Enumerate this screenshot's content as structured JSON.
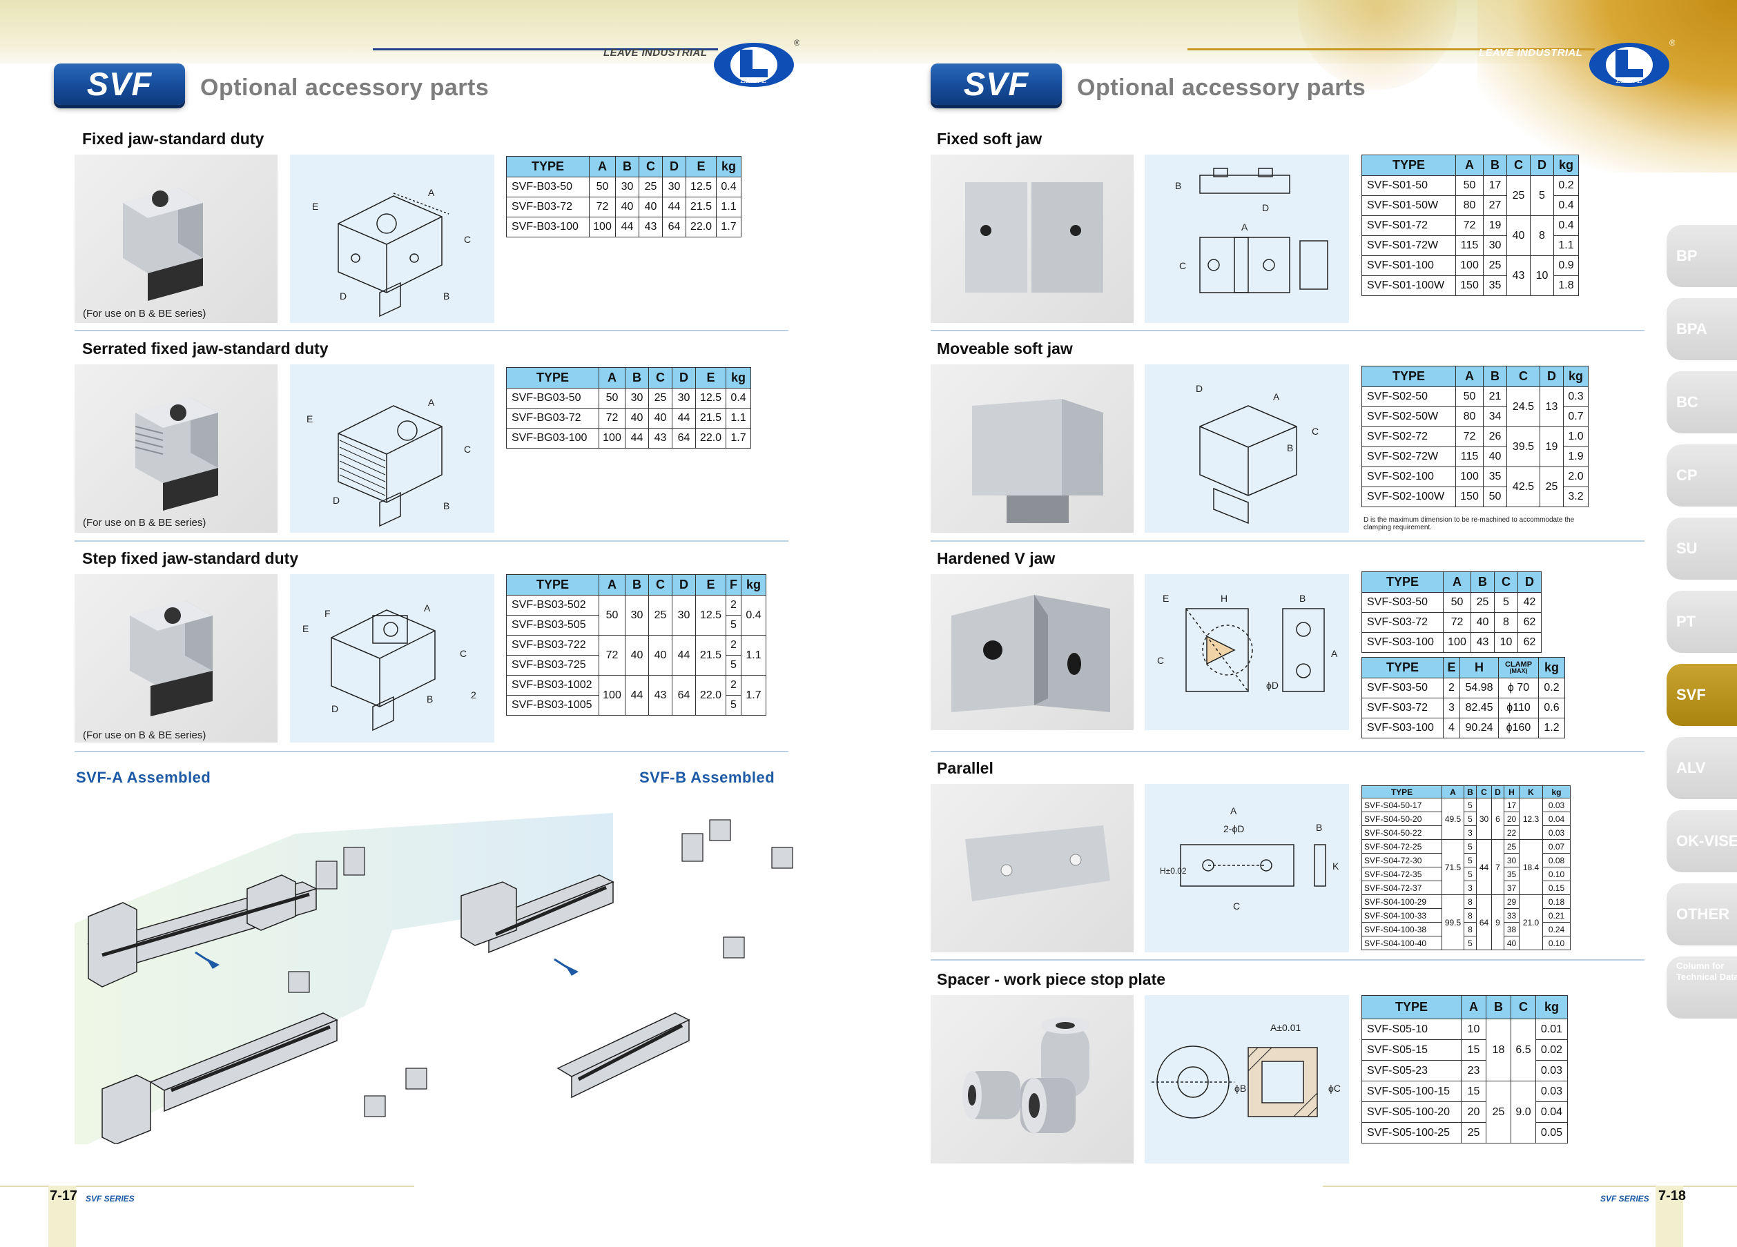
{
  "brand": {
    "company": "LEAVE INDUSTRIAL",
    "logo_text": "LEAVE",
    "registered": "®"
  },
  "left_page": {
    "badge": "SVF",
    "headline": "Optional accessory parts",
    "page_number": "7-17",
    "series_label": "SVF SERIES",
    "sections": [
      {
        "title": "Fixed jaw-standard duty",
        "note": "(For use on B & BE series)"
      },
      {
        "title": "Serrated fixed jaw-standard duty",
        "note": "(For use on B & BE series)"
      },
      {
        "title": "Step fixed jaw-standard duty",
        "note": "(For use on B & BE series)"
      }
    ],
    "assembled_a": "SVF-A  Assembled",
    "assembled_b": "SVF-B  Assembled"
  },
  "tables": {
    "b03": {
      "headers": [
        "TYPE",
        "A",
        "B",
        "C",
        "D",
        "E",
        "kg"
      ],
      "rows": [
        [
          "SVF-B03-50",
          "50",
          "30",
          "25",
          "30",
          "12.5",
          "0.4"
        ],
        [
          "SVF-B03-72",
          "72",
          "40",
          "40",
          "44",
          "21.5",
          "1.1"
        ],
        [
          "SVF-B03-100",
          "100",
          "44",
          "43",
          "64",
          "22.0",
          "1.7"
        ]
      ]
    },
    "bg03": {
      "headers": [
        "TYPE",
        "A",
        "B",
        "C",
        "D",
        "E",
        "kg"
      ],
      "rows": [
        [
          "SVF-BG03-50",
          "50",
          "30",
          "25",
          "30",
          "12.5",
          "0.4"
        ],
        [
          "SVF-BG03-72",
          "72",
          "40",
          "40",
          "44",
          "21.5",
          "1.1"
        ],
        [
          "SVF-BG03-100",
          "100",
          "44",
          "43",
          "64",
          "22.0",
          "1.7"
        ]
      ]
    },
    "bs03": {
      "headers": [
        "TYPE",
        "A",
        "B",
        "C",
        "D",
        "E",
        "F",
        "kg"
      ],
      "types": [
        "SVF-BS03-502",
        "SVF-BS03-505",
        "SVF-BS03-722",
        "SVF-BS03-725",
        "SVF-BS03-1002",
        "SVF-BS03-1005"
      ],
      "groups": [
        {
          "A": "50",
          "B": "30",
          "C": "25",
          "D": "30",
          "E": "12.5",
          "kg": "0.4"
        },
        {
          "A": "72",
          "B": "40",
          "C": "40",
          "D": "44",
          "E": "21.5",
          "kg": "1.1"
        },
        {
          "A": "100",
          "B": "44",
          "C": "43",
          "D": "64",
          "E": "22.0",
          "kg": "1.7"
        }
      ],
      "F": [
        "2",
        "5",
        "2",
        "5",
        "2",
        "5"
      ]
    },
    "s01": {
      "headers": [
        "TYPE",
        "A",
        "B",
        "C",
        "D",
        "kg"
      ],
      "types": [
        "SVF-S01-50",
        "SVF-S01-50W",
        "SVF-S01-72",
        "SVF-S01-72W",
        "SVF-S01-100",
        "SVF-S01-100W"
      ],
      "A": [
        "50",
        "80",
        "72",
        "115",
        "100",
        "150"
      ],
      "B": [
        "17",
        "27",
        "19",
        "30",
        "25",
        "35"
      ],
      "C": [
        "25",
        "40",
        "43"
      ],
      "D": [
        "5",
        "8",
        "10"
      ],
      "kg": [
        "0.2",
        "0.4",
        "0.4",
        "1.1",
        "0.9",
        "1.8"
      ]
    },
    "s02": {
      "headers": [
        "TYPE",
        "A",
        "B",
        "C",
        "D",
        "kg"
      ],
      "types": [
        "SVF-S02-50",
        "SVF-S02-50W",
        "SVF-S02-72",
        "SVF-S02-72W",
        "SVF-S02-100",
        "SVF-S02-100W"
      ],
      "A": [
        "50",
        "80",
        "72",
        "115",
        "100",
        "150"
      ],
      "B": [
        "21",
        "34",
        "26",
        "40",
        "35",
        "50"
      ],
      "C": [
        "24.5",
        "39.5",
        "42.5"
      ],
      "D": [
        "13",
        "19",
        "25"
      ],
      "kg": [
        "0.3",
        "0.7",
        "1.0",
        "1.9",
        "2.0",
        "3.2"
      ],
      "note": "D is the maximum dimension to be re-machined to accommodate the clamping requirement."
    },
    "s03a": {
      "headers": [
        "TYPE",
        "A",
        "B",
        "C",
        "D"
      ],
      "rows": [
        [
          "SVF-S03-50",
          "50",
          "25",
          "5",
          "42"
        ],
        [
          "SVF-S03-72",
          "72",
          "40",
          "8",
          "62"
        ],
        [
          "SVF-S03-100",
          "100",
          "43",
          "10",
          "62"
        ]
      ]
    },
    "s03b": {
      "headers": [
        "TYPE",
        "E",
        "H",
        "CLAMP",
        "kg"
      ],
      "clamp_sub": "(MAX)",
      "rows": [
        [
          "SVF-S03-50",
          "2",
          "54.98",
          "ϕ 70",
          "0.2"
        ],
        [
          "SVF-S03-72",
          "3",
          "82.45",
          "ϕ110",
          "0.6"
        ],
        [
          "SVF-S03-100",
          "4",
          "90.24",
          "ϕ160",
          "1.2"
        ]
      ]
    },
    "s04": {
      "headers": [
        "TYPE",
        "A",
        "B",
        "C",
        "D",
        "H",
        "K",
        "kg"
      ],
      "types": [
        "SVF-S04-50-17",
        "SVF-S04-50-20",
        "SVF-S04-50-22",
        "SVF-S04-72-25",
        "SVF-S04-72-30",
        "SVF-S04-72-35",
        "SVF-S04-72-37",
        "SVF-S04-100-29",
        "SVF-S04-100-33",
        "SVF-S04-100-38",
        "SVF-S04-100-40"
      ],
      "A": [
        "49.5",
        "71.5",
        "99.5"
      ],
      "B": [
        "5",
        "5",
        "3",
        "5",
        "5",
        "5",
        "3",
        "8",
        "8",
        "8",
        "5"
      ],
      "C": [
        "30",
        "44",
        "64"
      ],
      "D": [
        "6",
        "7",
        "9"
      ],
      "H": [
        "17",
        "20",
        "22",
        "25",
        "30",
        "35",
        "37",
        "29",
        "33",
        "38",
        "40"
      ],
      "K": [
        "12.3",
        "18.4",
        "21.0"
      ],
      "kg": [
        "0.03",
        "0.04",
        "0.03",
        "0.07",
        "0.08",
        "0.10",
        "0.15",
        "0.18",
        "0.21",
        "0.24",
        "0.10"
      ]
    },
    "s05": {
      "headers": [
        "TYPE",
        "A",
        "B",
        "C",
        "kg"
      ],
      "types": [
        "SVF-S05-10",
        "SVF-S05-15",
        "SVF-S05-23",
        "SVF-S05-100-15",
        "SVF-S05-100-20",
        "SVF-S05-100-25"
      ],
      "A": [
        "10",
        "15",
        "23",
        "15",
        "20",
        "25"
      ],
      "B": [
        "18",
        "25"
      ],
      "C": [
        "6.5",
        "9.0"
      ],
      "kg": [
        "0.01",
        "0.02",
        "0.03",
        "0.03",
        "0.04",
        "0.05"
      ]
    }
  },
  "right_page": {
    "badge": "SVF",
    "headline": "Optional accessory parts",
    "page_number": "7-18",
    "series_label": "SVF SERIES",
    "sections": [
      "Fixed soft jaw",
      "Moveable soft jaw",
      "Hardened V jaw",
      "Parallel",
      "Spacer - work piece stop plate"
    ]
  },
  "side_tabs": [
    {
      "label": "BP",
      "active": false
    },
    {
      "label": "BPA",
      "active": false
    },
    {
      "label": "BC",
      "active": false
    },
    {
      "label": "CP",
      "active": false
    },
    {
      "label": "SU",
      "active": false
    },
    {
      "label": "PT",
      "active": false
    },
    {
      "label": "SVF",
      "active": true
    },
    {
      "label": "ALV",
      "active": false
    },
    {
      "label": "OK-VISE",
      "active": false
    },
    {
      "label": "OTHER",
      "active": false
    },
    {
      "label": "Column for Technical Data",
      "active": false
    }
  ],
  "colors": {
    "brand_blue": "#164c9a",
    "table_header": "#8fd1f1",
    "tab_active": "#b8921c",
    "tab_inactive": "#dcdcdc",
    "drawing_bg": "#e4f1fa"
  }
}
